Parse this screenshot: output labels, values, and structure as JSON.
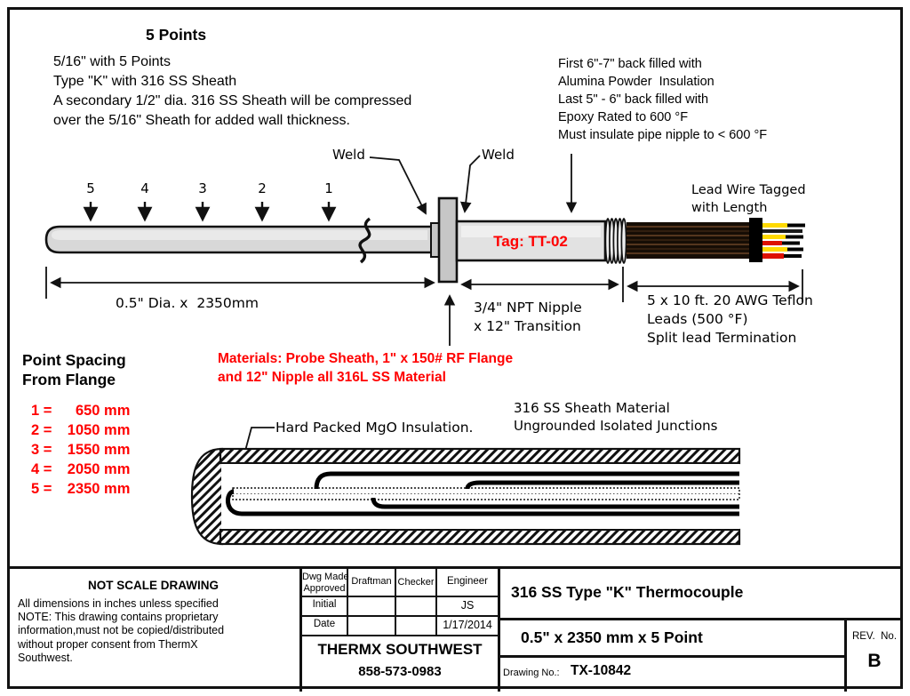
{
  "colors": {
    "accent_red": "#ff0000",
    "steel_light": "#d8d8d8",
    "flange_gray": "#c6c6c6",
    "nipple_gray": "#e2e2e2",
    "wire_dark": "#1a0f06",
    "wire_yellow": "#ffd900",
    "wire_red": "#dd1100",
    "line_black": "#111111"
  },
  "annotations": {
    "heading": "5 Points",
    "spec_lines": [
      "5/16\" with 5 Points",
      "Type \"K\" with 316 SS Sheath",
      "A secondary 1/2\" dia. 316 SS Sheath will be compressed",
      "over the 5/16\" Sheath for added wall thickness."
    ],
    "backfill_lines": [
      "First 6\"-7\" back filled with",
      "Alumina Powder  Insulation",
      "Last 5\" - 6\" back filled with",
      "Epoxy Rated to 600 °F",
      "Must insulate pipe nipple to < 600 °F"
    ],
    "weld_left": "Weld",
    "weld_right": "Weld",
    "point_numbers": [
      "5",
      "4",
      "3",
      "2",
      "1"
    ],
    "tag": "Tag: TT-02",
    "lead_wire_lines": [
      "Lead Wire Tagged",
      "with Length"
    ],
    "dim_probe": "0.5\" Dia. x  2350mm",
    "dim_nipple_lines": [
      "3/4\" NPT Nipple",
      "x 12\" Transition"
    ],
    "dim_leads_lines": [
      "5 x 10 ft. 20 AWG Teflon",
      "Leads (500 °F)",
      "Split lead Termination"
    ],
    "point_spacing_title_lines": [
      "Point Spacing",
      "From Flange"
    ],
    "point_spacing_entries": [
      {
        "label": "1 =",
        "value": "650 mm"
      },
      {
        "label": "2 =",
        "value": "1050 mm"
      },
      {
        "label": "3 =",
        "value": "1550 mm"
      },
      {
        "label": "4 =",
        "value": "2050 mm"
      },
      {
        "label": "5 =",
        "value": "2350 mm"
      }
    ],
    "materials_lines": [
      "Materials: Probe Sheath, 1\" x 150# RF Flange",
      "and 12\" Nipple all 316L SS Material"
    ],
    "mgo_label": "Hard Packed MgO Insulation.",
    "sheath_lines": [
      "316 SS Sheath Material",
      "Ungrounded Isolated Junctions"
    ]
  },
  "title_block": {
    "not_scale": "NOT SCALE DRAWING",
    "note_lines": [
      "All dimensions in inches unless specified",
      "NOTE: This drawing contains proprietary",
      "information,must not be copied/distributed",
      "without proper consent from ThermX",
      "Southwest."
    ],
    "table": {
      "col1_header_lines": [
        "Dwg Made",
        "Approved"
      ],
      "headers": [
        "Draftman",
        "Checker",
        "Engineer"
      ],
      "rows": [
        {
          "label": "Initial",
          "draftman": "",
          "checker": "",
          "engineer": "JS"
        },
        {
          "label": "Date",
          "draftman": "",
          "checker": "",
          "engineer": "1/17/2014"
        }
      ]
    },
    "company": "THERMX SOUTHWEST",
    "phone": "858-573-0983",
    "title": "316 SS Type \"K\" Thermocouple",
    "subtitle": "0.5\" x 2350 mm x 5 Point",
    "drawing_no_label": "Drawing No.:",
    "drawing_no": "TX-10842",
    "rev_label": "REV.  No.",
    "rev": "B"
  }
}
